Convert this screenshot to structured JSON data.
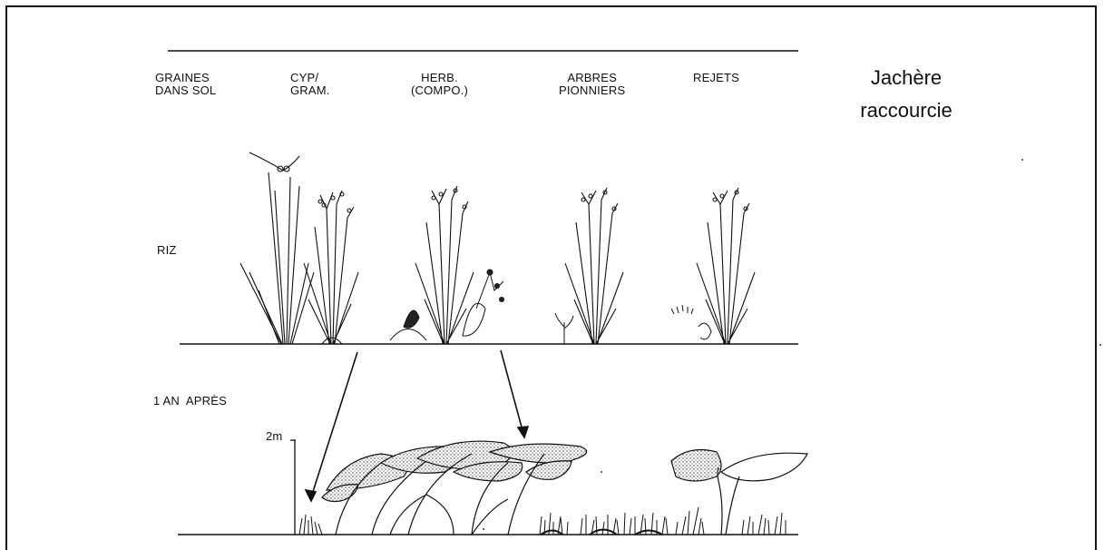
{
  "figure": {
    "title": "Jachère\nraccourcie",
    "columns": [
      "GRAINES\nDANS SOL",
      "CYP/\n    GRAM.",
      "HERB.\n(COMPO.)",
      "ARBRES\nPIONNIERS",
      "REJETS"
    ],
    "rows": {
      "riz": "RIZ",
      "one_year": "1 AN  APRÈS"
    },
    "scale": "2m"
  }
}
